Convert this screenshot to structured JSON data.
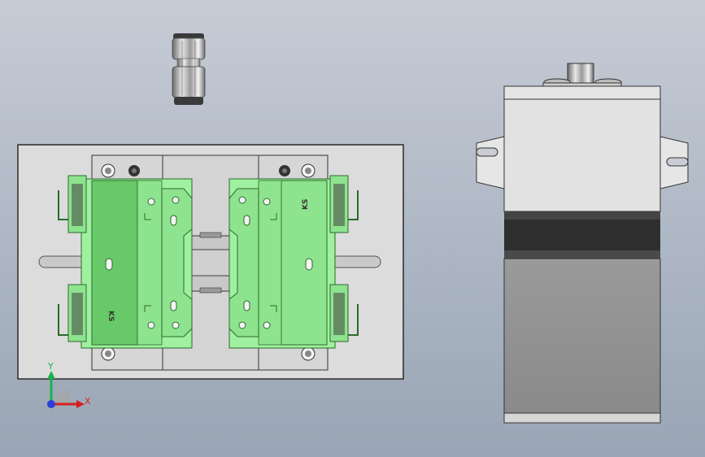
{
  "viewport": {
    "background_top": "#c7ccd6",
    "background_bottom": "#9aa5b5"
  },
  "model": {
    "part_stamp_left": "KS",
    "part_stamp_right": "KS",
    "accent_green": "#8ee38e",
    "accent_green_dark": "#67c967",
    "plate_gray": "#dcdcdc"
  },
  "triad": {
    "x_label": "X",
    "y_label": "Y",
    "x_color": "#d42020",
    "y_color": "#19b34a",
    "z_color": "#2a3fd8"
  }
}
